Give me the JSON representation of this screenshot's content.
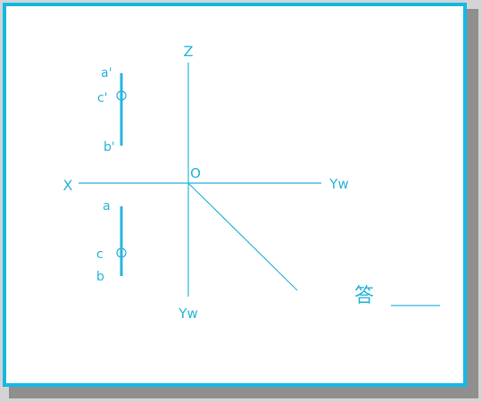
{
  "colors": {
    "line": "#26b4dc",
    "label": "#26b4dc",
    "border": "#12b9e6",
    "background": "#ffffff",
    "shadow": "#8f8f8f"
  },
  "axes": {
    "z": "Z",
    "x": "X",
    "yw_horizontal": "Yw",
    "yw_vertical": "Yw",
    "origin": "O"
  },
  "points": {
    "a_prime": "a'",
    "c_prime": "c'",
    "b_prime": "b'",
    "a": "a",
    "c": "c",
    "b": "b"
  },
  "answer_label": "答"
}
